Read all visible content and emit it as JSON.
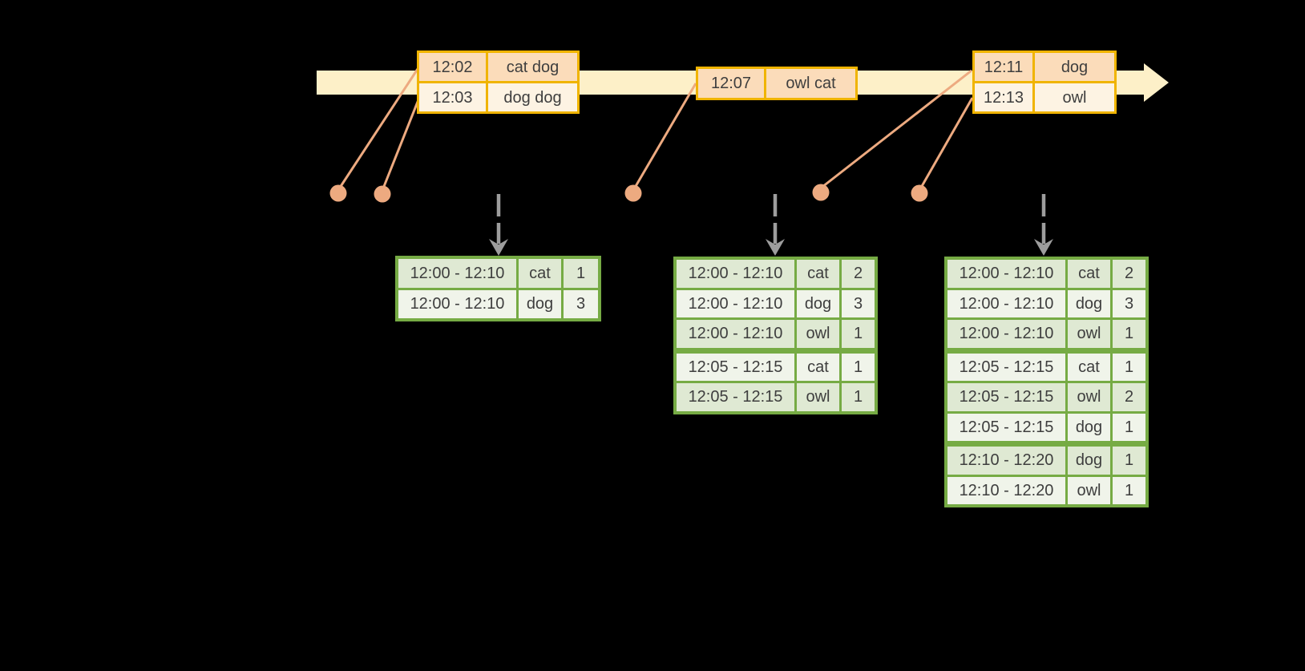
{
  "colors": {
    "background": "#000000",
    "timeline_band": "#fdf0c8",
    "event_border": "#f0b400",
    "event_cell_dark": "#fbdcba",
    "event_cell_light": "#fdf3e3",
    "connector": "#edaa80",
    "trigger_arrow": "#9d9d9d",
    "table_border": "#76ab44",
    "table_cell_dark": "#dfe9d3",
    "table_cell_light": "#f0f4ea",
    "text": "#3e3e3e"
  },
  "event_boxes": [
    {
      "rows": [
        {
          "time": "12:02",
          "words": "cat dog"
        },
        {
          "time": "12:03",
          "words": "dog dog"
        }
      ]
    },
    {
      "rows": [
        {
          "time": "12:07",
          "words": "owl cat"
        }
      ]
    },
    {
      "rows": [
        {
          "time": "12:11",
          "words": "dog"
        },
        {
          "time": "12:13",
          "words": "owl"
        }
      ]
    }
  ],
  "result_tables": [
    {
      "group_breaks": [],
      "rows": [
        {
          "window": "12:00 - 12:10",
          "word": "cat",
          "count": "1"
        },
        {
          "window": "12:00 - 12:10",
          "word": "dog",
          "count": "3"
        }
      ]
    },
    {
      "group_breaks": [
        3
      ],
      "rows": [
        {
          "window": "12:00 - 12:10",
          "word": "cat",
          "count": "2"
        },
        {
          "window": "12:00 - 12:10",
          "word": "dog",
          "count": "3"
        },
        {
          "window": "12:00 - 12:10",
          "word": "owl",
          "count": "1"
        },
        {
          "window": "12:05 - 12:15",
          "word": "cat",
          "count": "1"
        },
        {
          "window": "12:05 - 12:15",
          "word": "owl",
          "count": "1"
        }
      ]
    },
    {
      "group_breaks": [
        3,
        6
      ],
      "rows": [
        {
          "window": "12:00 - 12:10",
          "word": "cat",
          "count": "2"
        },
        {
          "window": "12:00 - 12:10",
          "word": "dog",
          "count": "3"
        },
        {
          "window": "12:00 - 12:10",
          "word": "owl",
          "count": "1"
        },
        {
          "window": "12:05 - 12:15",
          "word": "cat",
          "count": "1"
        },
        {
          "window": "12:05 - 12:15",
          "word": "owl",
          "count": "2"
        },
        {
          "window": "12:05 - 12:15",
          "word": "dog",
          "count": "1"
        },
        {
          "window": "12:10 - 12:20",
          "word": "dog",
          "count": "1"
        },
        {
          "window": "12:10 - 12:20",
          "word": "owl",
          "count": "1"
        }
      ]
    }
  ]
}
